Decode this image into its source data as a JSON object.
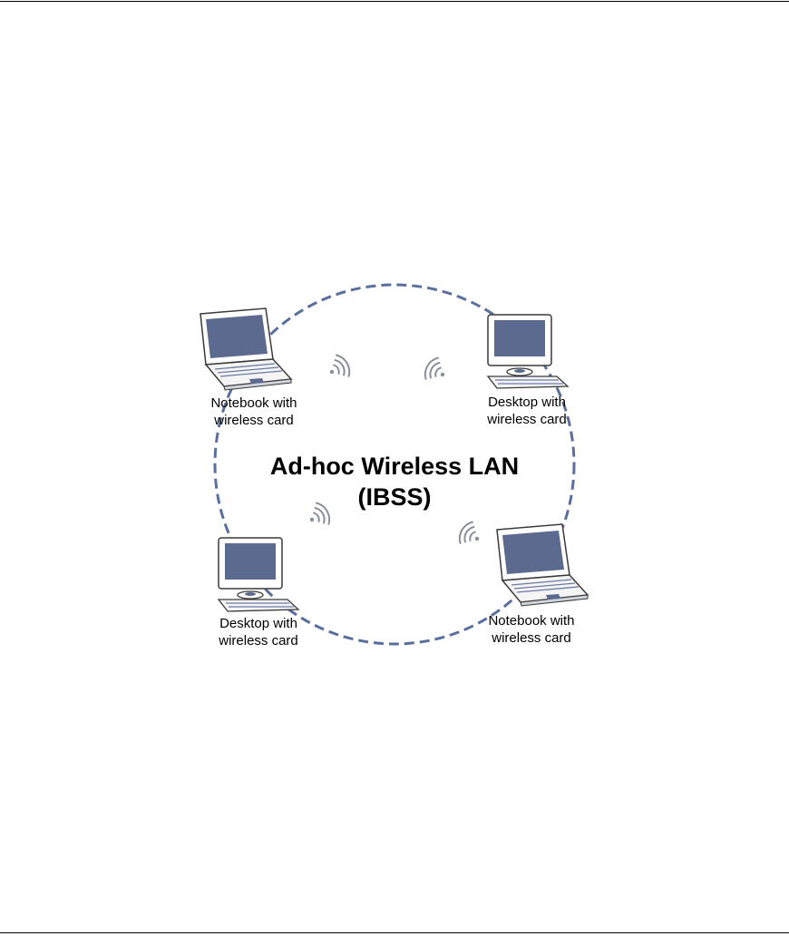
{
  "diagram": {
    "title_line1": "Ad-hoc Wireless LAN",
    "title_line2": "(IBSS)",
    "nodes": [
      {
        "id": "top-left",
        "type": "notebook",
        "label_line1": "Notebook with",
        "label_line2": "wireless card"
      },
      {
        "id": "top-right",
        "type": "desktop",
        "label_line1": "Desktop with",
        "label_line2": "wireless card"
      },
      {
        "id": "bottom-left",
        "type": "desktop",
        "label_line1": "Desktop with",
        "label_line2": "wireless card"
      },
      {
        "id": "bottom-right",
        "type": "notebook",
        "label_line1": "Notebook with",
        "label_line2": "wireless card"
      }
    ],
    "colors": {
      "ring": "#5a6f9e",
      "screen": "#5c6a90",
      "wave": "#8a8f9a"
    }
  }
}
